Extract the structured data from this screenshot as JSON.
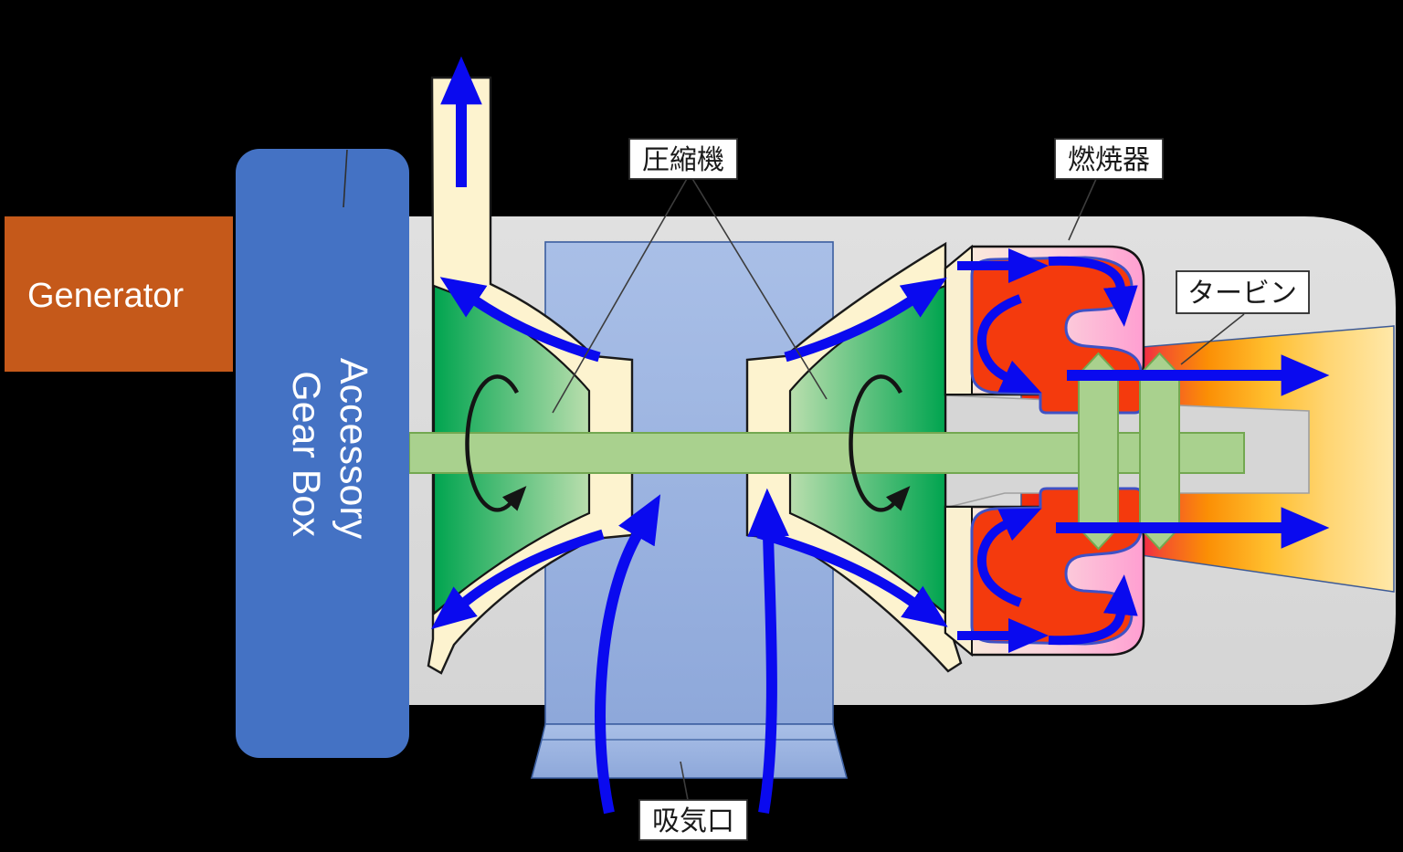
{
  "generator": {
    "label": "Generator",
    "color": "#C5591A"
  },
  "gearbox": {
    "label": "Accessory Gear Box",
    "lines": [
      "Accessory",
      "Gear Box"
    ],
    "color": "#4472C4"
  },
  "callouts": {
    "compressor": {
      "label": "圧縮機"
    },
    "combustor": {
      "label": "燃焼器"
    },
    "turbine": {
      "label": "タービン"
    },
    "intake": {
      "label": "吸気口"
    }
  },
  "colors": {
    "background": "#000000",
    "engine_body": "#DBDBDB",
    "intake_duct_blue": "#9BB3E0",
    "air_passage_cream": "#FDF3CF",
    "compressor_green_dark": "#00A44F",
    "compressor_green_light": "#BFE0B0",
    "shaft_green": "#A9D18E",
    "combustor_pink": "#FF9ED1",
    "flame_red": "#F43A0D",
    "exhaust_gradient": [
      "#F23007",
      "#F00766",
      "#FB8F05",
      "#FFE8A9"
    ],
    "flow_arrow_blue": "#0A0AEF",
    "rotation_arrow_black": "#141414"
  }
}
